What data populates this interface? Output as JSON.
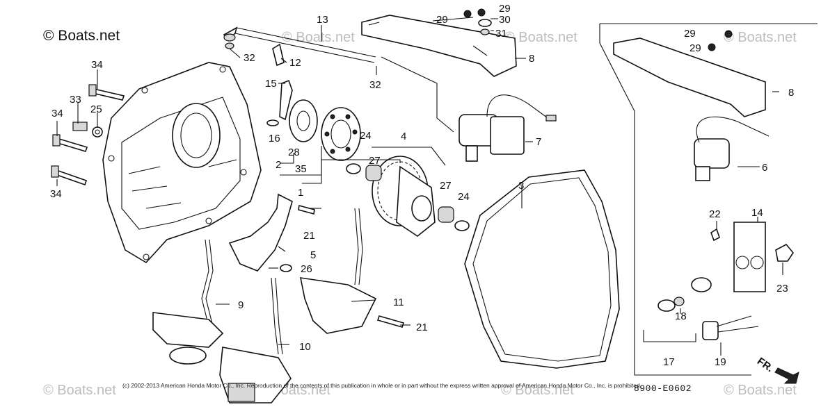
{
  "brand": "© Boats.net",
  "watermark": "© Boats.net",
  "copyright": "(c) 2002-2013 American Honda Motor Co., Inc. Reproduction of the contents of this publication in whole or in part without the express written approval of American Honda Motor Co., Inc. is prohibited.",
  "diagram_code": "8900-E0602",
  "front_marker": "FR.",
  "callouts": {
    "c1": "1",
    "c2": "2",
    "c3": "3",
    "c4": "4",
    "c5": "5",
    "c6": "6",
    "c7": "7",
    "c8a": "8",
    "c8b": "8",
    "c9": "9",
    "c10": "10",
    "c11": "11",
    "c12": "12",
    "c13": "13",
    "c14": "14",
    "c15": "15",
    "c16": "16",
    "c17": "17",
    "c18": "18",
    "c19": "19",
    "c21a": "21",
    "c21b": "21",
    "c22": "22",
    "c23": "23",
    "c24a": "24",
    "c24b": "24",
    "c25": "25",
    "c26": "26",
    "c27a": "27",
    "c27b": "27",
    "c28": "28",
    "c29a": "29",
    "c29b": "29",
    "c29c": "29",
    "c29d": "29",
    "c30": "30",
    "c31": "31",
    "c32a": "32",
    "c32b": "32",
    "c33": "33",
    "c34a": "34",
    "c34b": "34",
    "c34c": "34",
    "c35": "35"
  }
}
